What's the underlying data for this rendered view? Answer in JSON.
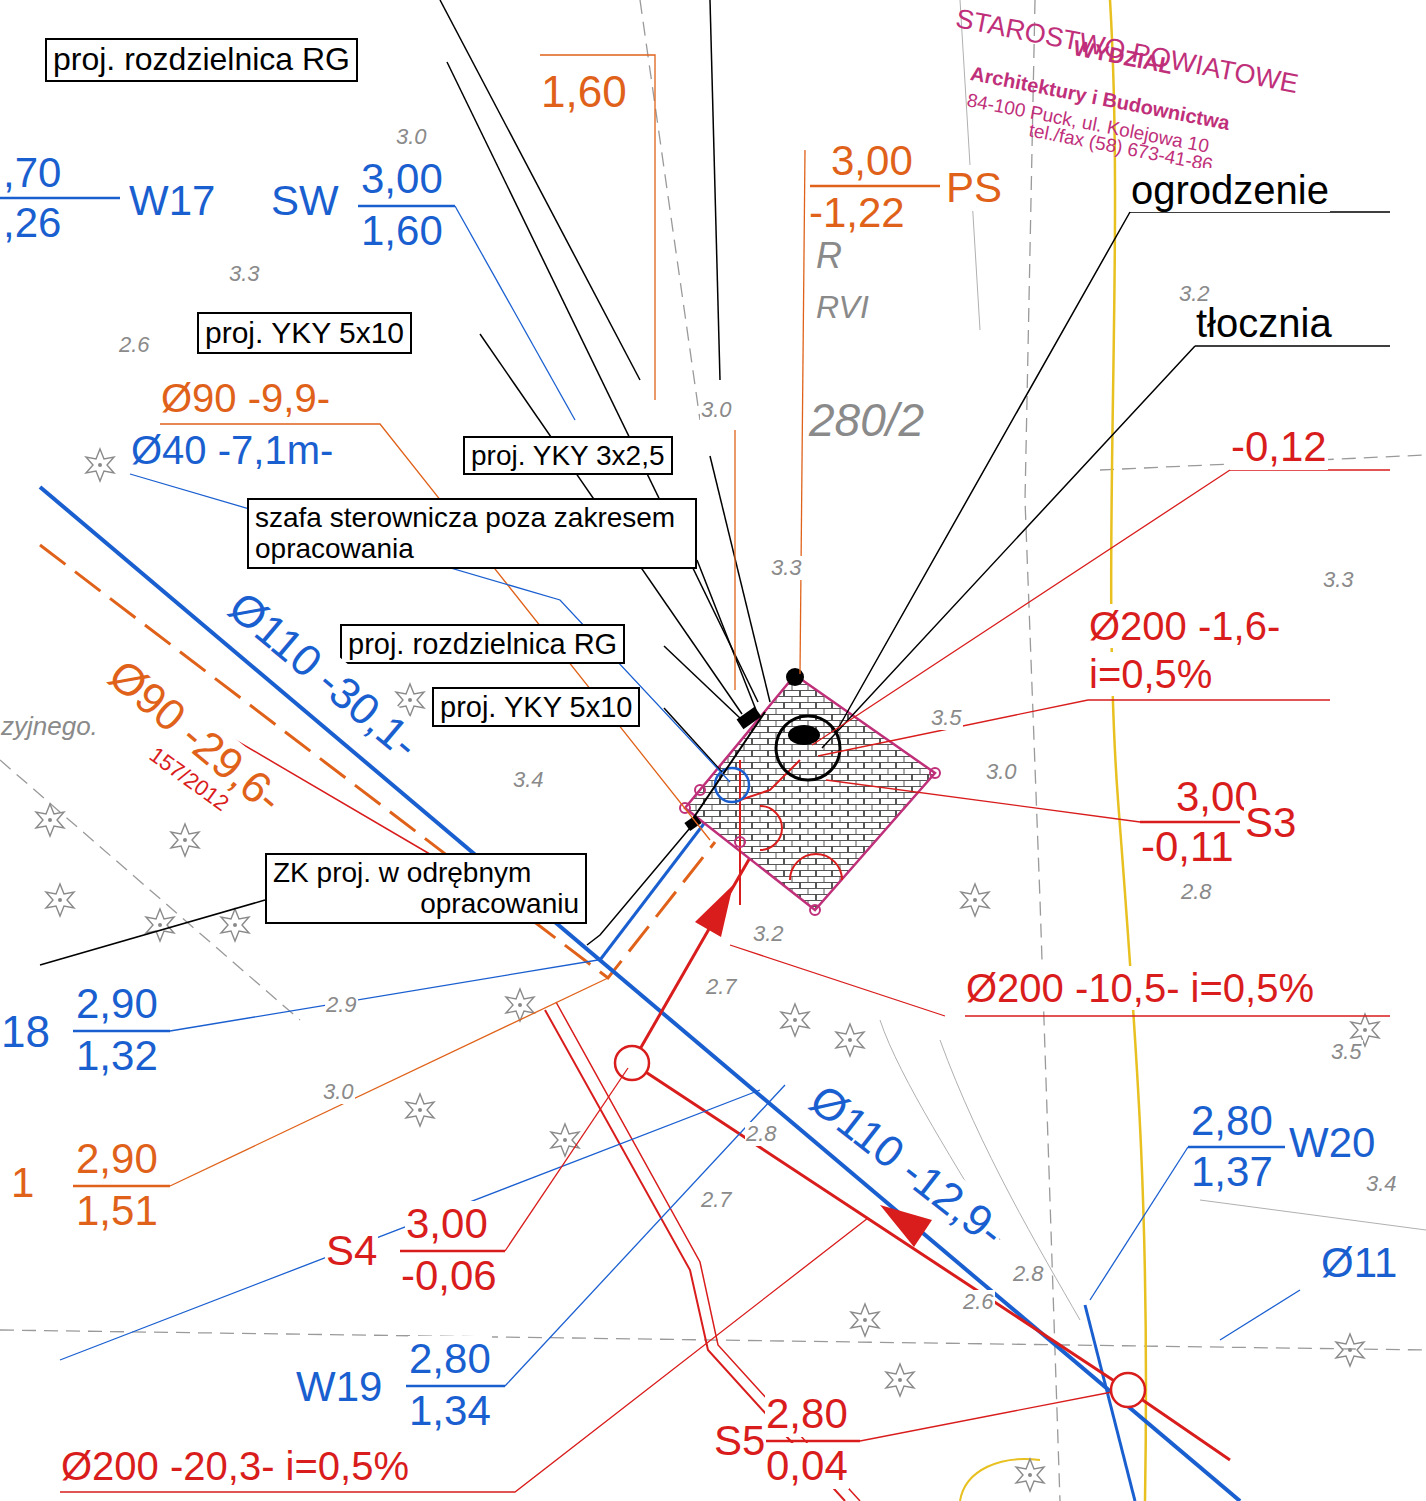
{
  "diagram": {
    "nodes": [
      {
        "text": [
          "proj. rozdzielnica RG"
        ]
      },
      {
        "text": [
          "proj. YKY 5x10"
        ]
      },
      {
        "text": [
          "proj. YKY 3x2,5"
        ]
      },
      {
        "text": [
          "szafa sterownicza poza zakresem opracowania"
        ]
      },
      {
        "text": [
          "proj. rozdzielnica RG"
        ]
      },
      {
        "text": [
          "proj. YKY 5x10"
        ]
      },
      {
        "text": [
          "ZK proj. w odrębnym opracowaniu"
        ]
      }
    ],
    "labels": [
      "STAROSTWO POWIATOWE",
      "WYDZIAŁ",
      "Architektury i Budownictwa",
      "84-100 Puck, ul. Kolejowa 10",
      "tel./fax (58) 673-41-86",
      "1,60",
      "3,00",
      "-1,22",
      "PS",
      "ogrodzenie",
      "tłocznia",
      ",70",
      ",26",
      "W17",
      "SW",
      "3,00",
      "1,60",
      "Ø90 -9,9-",
      "Ø40 -7,1m-",
      "R",
      "RVI",
      "280/2",
      "-0,12",
      "Ø200 -1,6-",
      "i=0,5%",
      "Ø110 -30,1-",
      "Ø90 -29,6-",
      "157/2012",
      "zyjnego.",
      "3,00",
      "-0,11",
      "S3",
      "Ø200 -10,5- i=0,5%",
      "18",
      "2,90",
      "1,32",
      "1",
      "2,90",
      "1,51",
      "S4",
      "3,00",
      "-0,06",
      "Ø110 -12,9-",
      "2,80",
      "1,37",
      "W20",
      "Ø11",
      "W19",
      "2,80",
      "1,34",
      "S5",
      "2,80",
      "0,04",
      "Ø200 -20,3- i=0,5%",
      "3.0",
      "3.3",
      "2.6",
      "3.0",
      "3.3",
      "3.3",
      "3.2",
      "3.5",
      "3.0",
      "3.4",
      "3.2",
      "2.9",
      "3.0",
      "2.7",
      "2.8",
      "2.7",
      "2.8",
      "3.5",
      "3.4",
      "2.8",
      "2.6"
    ]
  }
}
